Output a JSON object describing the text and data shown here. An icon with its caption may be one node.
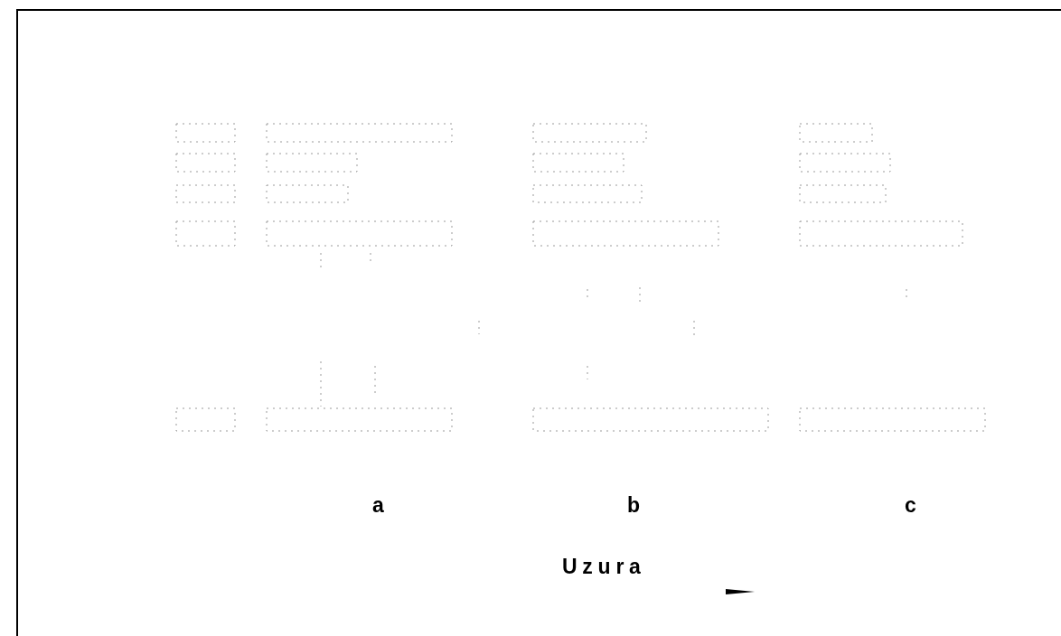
{
  "diagram": {
    "labels": [
      "a",
      "b",
      "c",
      "Uzura"
    ]
  }
}
